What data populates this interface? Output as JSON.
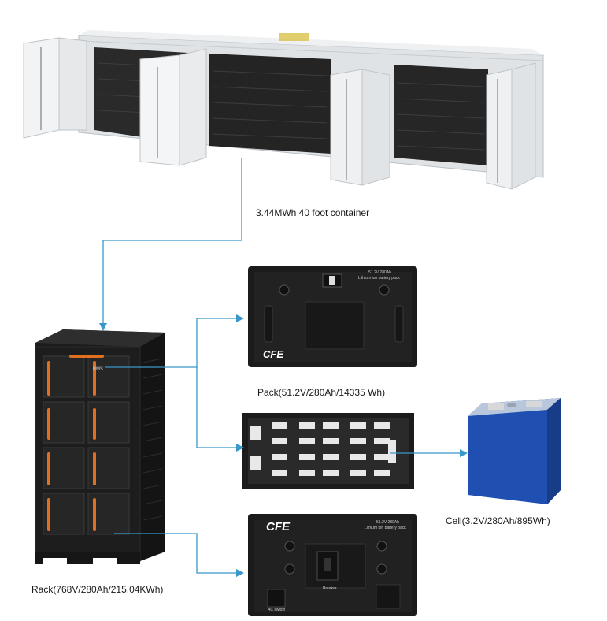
{
  "container": {
    "label": "3.44MWh 40 foot container"
  },
  "rack": {
    "label": "Rack(768V/280Ah/215.04KWh)",
    "bms_label": "BMS"
  },
  "pack": {
    "label": "Pack(51.2V/280Ah/14335 Wh)",
    "panel_line1": "51.2V 280Ah",
    "panel_line2": "Lithium ion battery pack",
    "logo": "CFE"
  },
  "cell": {
    "label": "Cell(3.2V/280Ah/895Wh)"
  },
  "bms_pack": {
    "logo": "CFE",
    "breaker_label": "Breaker",
    "ac_switch_label": "AC switch",
    "panel_line1": "51.2V 280Ah",
    "panel_line2": "Lithium ion battery pack"
  },
  "colors": {
    "arrow": "#3a97c9",
    "dark_unit": "#1e1e1e",
    "accent_orange": "#e07020",
    "cell_blue": "#1f4fb0"
  }
}
